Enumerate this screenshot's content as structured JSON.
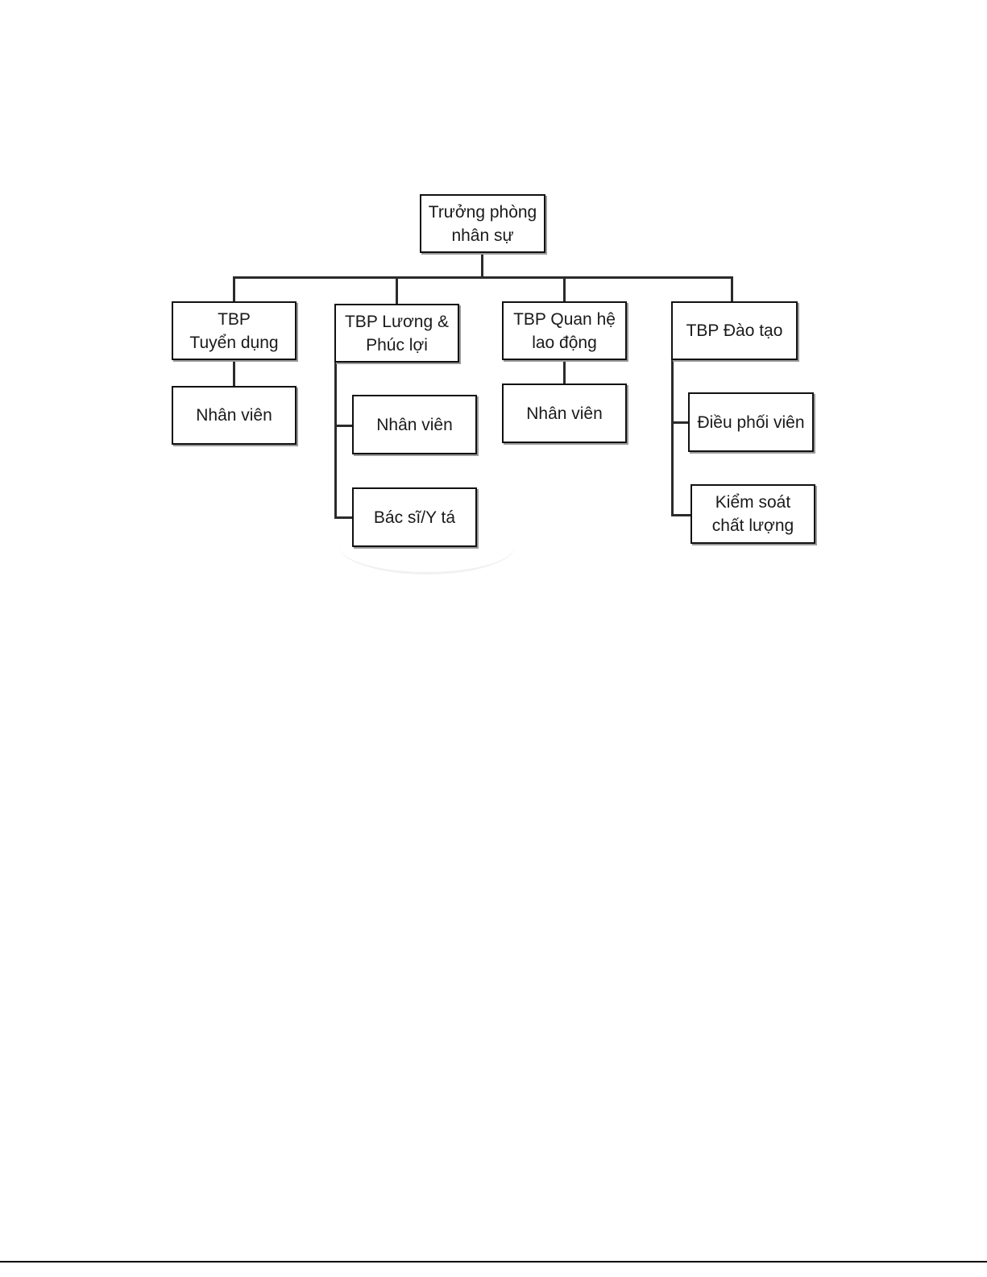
{
  "chart": {
    "root": "Trưởng phòng\nnhân sự",
    "departments": [
      {
        "id": "d1",
        "label": "TBP\nTuyển dụng",
        "children": [
          {
            "id": "d1c1",
            "label": "Nhân viên"
          }
        ]
      },
      {
        "id": "d2",
        "label": "TBP Lương &\nPhúc lợi",
        "children": [
          {
            "id": "d2c1",
            "label": "Nhân viên"
          },
          {
            "id": "d2c2",
            "label": "Bác sĩ/Y tá"
          }
        ]
      },
      {
        "id": "d3",
        "label": "TBP Quan hệ\nlao động",
        "children": [
          {
            "id": "d3c1",
            "label": "Nhân viên"
          }
        ]
      },
      {
        "id": "d4",
        "label": "TBP Đào tạo",
        "children": [
          {
            "id": "d4c1",
            "label": "Điều phối viên"
          },
          {
            "id": "d4c2",
            "label": "Kiểm soát\nchất lượng"
          }
        ]
      }
    ]
  },
  "colors": {
    "line": "#2b2b2b",
    "border": "#111111",
    "shadow": "#9a9a9a",
    "text": "#1a1a1a"
  }
}
